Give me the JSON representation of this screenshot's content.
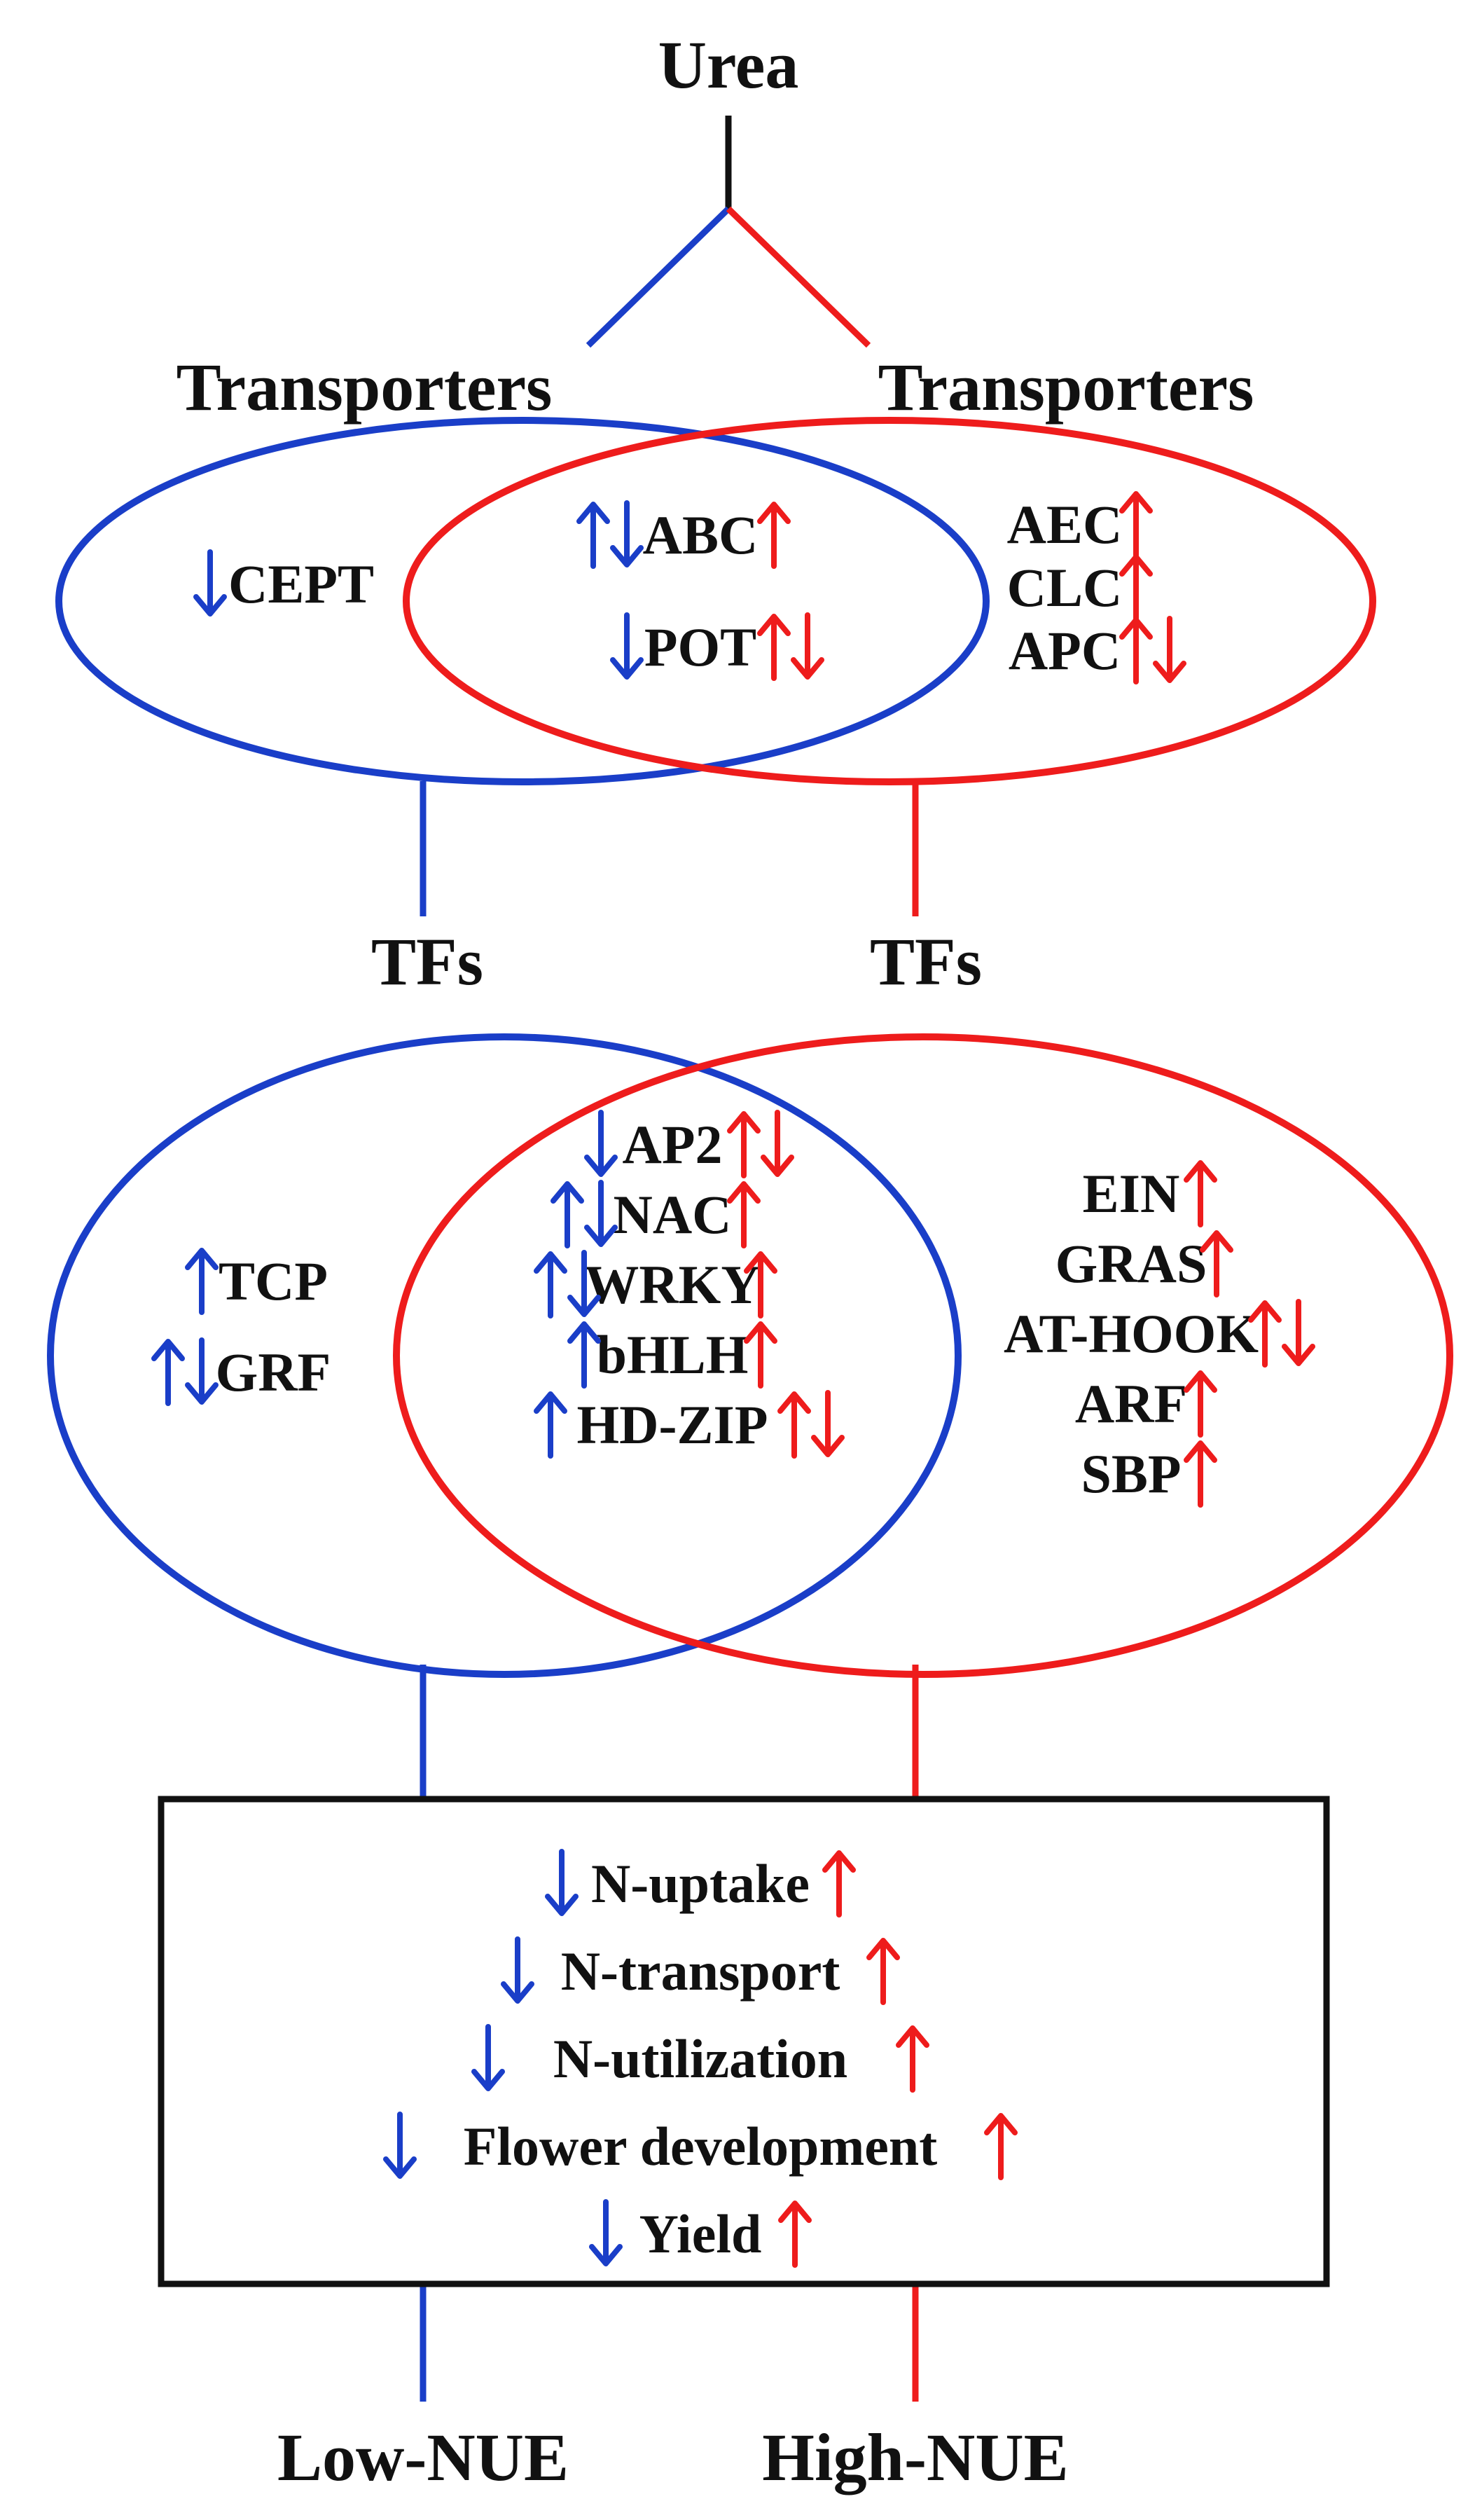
{
  "colors": {
    "low": "#1a3ec8",
    "high": "#ee1c1c",
    "text": "#111111"
  },
  "diagram": {
    "root": "Urea",
    "transporters": {
      "left_title": "Transporters",
      "right_title": "Transporters",
      "left_only": [
        {
          "label": "CEPT",
          "low": [
            "down"
          ],
          "high": []
        }
      ],
      "shared": [
        {
          "label": "ABC",
          "low": [
            "up",
            "down"
          ],
          "high": [
            "up"
          ]
        },
        {
          "label": "POT",
          "low": [
            "down"
          ],
          "high": [
            "up",
            "down"
          ]
        }
      ],
      "right_only": [
        {
          "label": "AEC",
          "low": [],
          "high": [
            "up"
          ]
        },
        {
          "label": "CLC",
          "low": [],
          "high": [
            "up"
          ]
        },
        {
          "label": "APC",
          "low": [],
          "high": [
            "up",
            "down"
          ]
        }
      ]
    },
    "tfs": {
      "left_title": "TFs",
      "right_title": "TFs",
      "left_only": [
        {
          "label": "TCP",
          "low": [
            "up"
          ],
          "high": []
        },
        {
          "label": "GRF",
          "low": [
            "up",
            "down"
          ],
          "high": []
        }
      ],
      "shared": [
        {
          "label": "AP2",
          "low": [
            "down"
          ],
          "high": [
            "up",
            "down"
          ]
        },
        {
          "label": "NAC",
          "low": [
            "up",
            "down"
          ],
          "high": [
            "up"
          ]
        },
        {
          "label": "WRKY",
          "low": [
            "up",
            "down"
          ],
          "high": [
            "up"
          ]
        },
        {
          "label": "bHLH",
          "low": [
            "up"
          ],
          "high": [
            "up"
          ]
        },
        {
          "label": "HD-ZIP",
          "low": [
            "up"
          ],
          "high": [
            "up",
            "down"
          ]
        }
      ],
      "right_only": [
        {
          "label": "EIN",
          "low": [],
          "high": [
            "up"
          ]
        },
        {
          "label": "GRAS",
          "low": [],
          "high": [
            "up"
          ]
        },
        {
          "label": "AT-HOOK",
          "low": [],
          "high": [
            "up",
            "down"
          ]
        },
        {
          "label": "ARF",
          "low": [],
          "high": [
            "up"
          ]
        },
        {
          "label": "SBP",
          "low": [],
          "high": [
            "up"
          ]
        }
      ]
    },
    "outcomes": [
      {
        "label": "N-uptake",
        "low": [
          "down"
        ],
        "high": [
          "up"
        ]
      },
      {
        "label": "N-transport",
        "low": [
          "down"
        ],
        "high": [
          "up"
        ]
      },
      {
        "label": "N-utilization",
        "low": [
          "down"
        ],
        "high": [
          "up"
        ]
      },
      {
        "label": "Flower  development",
        "low": [
          "down"
        ],
        "high": [
          "up"
        ]
      },
      {
        "label": "Yield",
        "low": [
          "down"
        ],
        "high": [
          "up"
        ]
      }
    ],
    "bottom": {
      "left": "Low-NUE",
      "right": "High-NUE"
    }
  }
}
